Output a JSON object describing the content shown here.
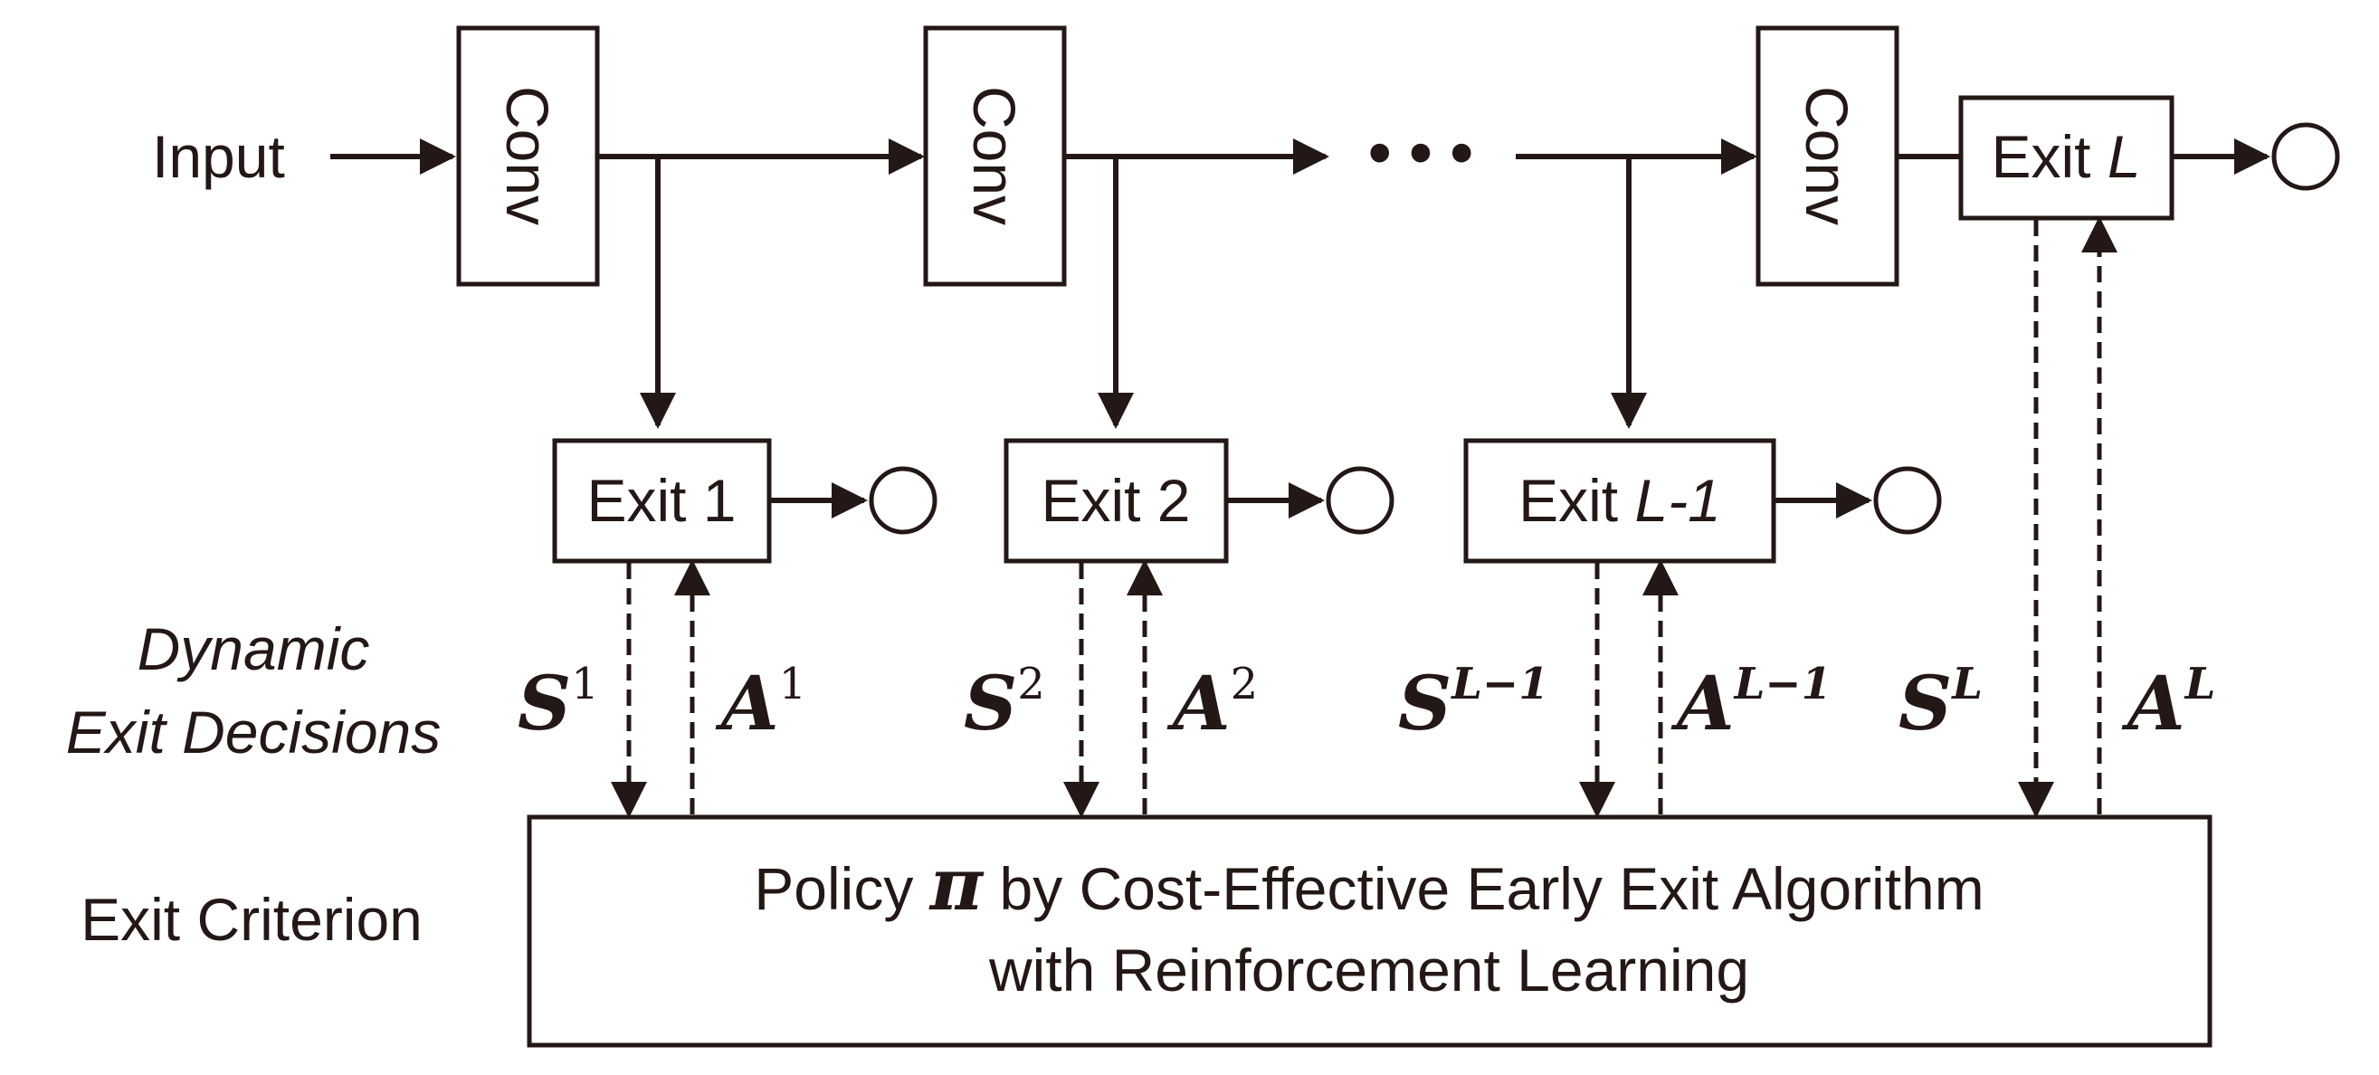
{
  "labels": {
    "input": "Input",
    "conv": "Conv",
    "dots": "• • •",
    "exit1": "Exit 1",
    "exit2": "Exit 2",
    "exit_prefix": "Exit ",
    "exit_lm1_var": "L-1",
    "exit_l_var": "L",
    "dynamic_line1": "Dynamic",
    "dynamic_line2": "Exit Decisions",
    "exit_criterion": "Exit Criterion",
    "policy_pre": "Policy ",
    "policy_pi": "π",
    "policy_post": " by Cost-Effective Early Exit Algorithm",
    "policy_line2": "with Reinforcement Learning"
  },
  "signals": {
    "s_letter": "S",
    "a_letter": "A",
    "exp1": "1",
    "exp2": "2",
    "exp_lm1": "L−1",
    "exp_l": "L"
  },
  "colors": {
    "stroke": "#231815",
    "background": "#ffffff"
  }
}
